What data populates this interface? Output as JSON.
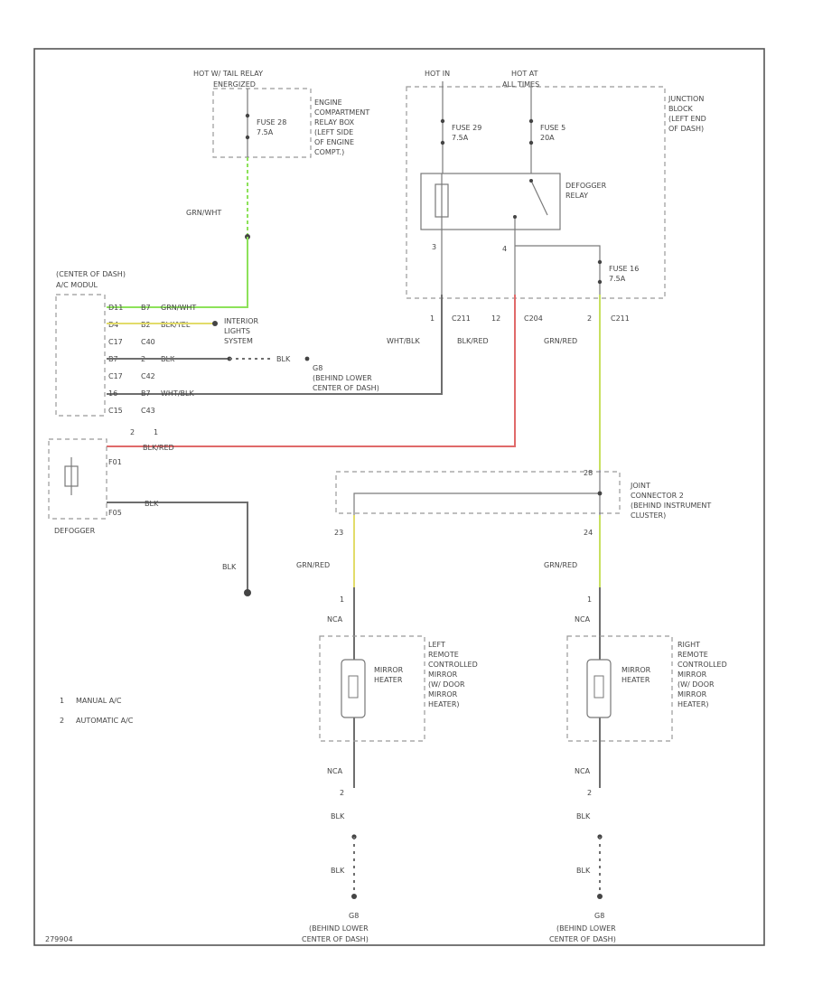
{
  "footer_code": "279904",
  "labels": {
    "hot_tail_relay": "HOT W/ TAIL RELAY",
    "energized": "ENERGIZED",
    "fuse28": "FUSE 28",
    "fuse28_amp": "7.5A",
    "engine_box_1": "ENGINE",
    "engine_box_2": "COMPARTMENT",
    "engine_box_3": "RELAY BOX",
    "engine_box_4": "(LEFT SIDE",
    "engine_box_5": "OF ENGINE",
    "engine_box_6": "COMPT.)",
    "hot_in": "HOT IN",
    "hot_at": "HOT AT",
    "all_times": "ALL TIMES",
    "fuse29": "FUSE 29",
    "fuse29_amp": "7.5A",
    "fuse5": "FUSE 5",
    "fuse5_amp": "20A",
    "junction_1": "JUNCTION",
    "junction_2": "BLOCK",
    "junction_3": "(LEFT END",
    "junction_4": "OF DASH)",
    "defogger_relay_1": "DEFOGGER",
    "defogger_relay_2": "RELAY",
    "pin3": "3",
    "pin4": "4",
    "fuse16": "FUSE 16",
    "fuse16_amp": "7.5A",
    "c211_a": "C211",
    "c211_b": "C211",
    "c204": "C204",
    "pin1": "1",
    "pin12": "12",
    "pin2": "2",
    "wht_blk": "WHT/BLK",
    "blk_red_top": "BLK/RED",
    "grn_red_top": "GRN/RED",
    "grn_wht": "GRN/WHT",
    "center_dash_1": "(CENTER OF DASH)",
    "center_dash_2": "A/C MODUL",
    "r1_a": "D11",
    "r1_b": "B7",
    "r1_c": "GRN/WHT",
    "r2_a": "D4",
    "r2_b": "B2",
    "r2_c": "BLK/YEL",
    "r3_a": "C17",
    "r3_b": "C40",
    "r4_a": "B7",
    "r4_b": "2",
    "r4_c": "BLK",
    "r5_a": "C17",
    "r5_b": "C42",
    "r6_a": "16",
    "r6_b": "B7",
    "r6_c": "WHT/BLK",
    "r7_a": "C15",
    "r7_b": "C43",
    "interior_1": "INTERIOR",
    "interior_2": "LIGHTS",
    "interior_3": "SYSTEM",
    "blk_short": "BLK",
    "g8_a": "G8",
    "g8_b": "(BEHIND LOWER",
    "g8_c": "CENTER OF DASH)",
    "col2": "2",
    "col1": "1",
    "f01": "F01",
    "f05": "F05",
    "blk_red_mid": "BLK/RED",
    "blk_mid": "BLK",
    "defogger": "DEFOGGER",
    "blk_ground": "BLK",
    "joint_1": "JOINT",
    "joint_2": "CONNECTOR 2",
    "joint_3": "(BEHIND INSTRUMENT",
    "joint_4": "CLUSTER)",
    "j_pin28": "28",
    "j_pin23": "23",
    "j_pin24": "24",
    "grn_red_left": "GRN/RED",
    "grn_red_right": "GRN/RED",
    "l_pin1": "1",
    "r_pin1": "1",
    "l_nca_top": "NCA",
    "r_nca_top": "NCA",
    "l_mirror_1": "MIRROR",
    "l_mirror_2": "HEATER",
    "r_mirror_1": "MIRROR",
    "r_mirror_2": "HEATER",
    "l_desc_1": "LEFT",
    "l_desc_2": "REMOTE",
    "l_desc_3": "CONTROLLED",
    "l_desc_4": "MIRROR",
    "l_desc_5": "(W/ DOOR",
    "l_desc_6": "MIRROR",
    "l_desc_7": "HEATER)",
    "r_desc_1": "RIGHT",
    "r_desc_2": "REMOTE",
    "r_desc_3": "CONTROLLED",
    "r_desc_4": "MIRROR",
    "r_desc_5": "(W/ DOOR",
    "r_desc_6": "MIRROR",
    "r_desc_7": "HEATER)",
    "l_nca_bot": "NCA",
    "r_nca_bot": "NCA",
    "l_pin2": "2",
    "r_pin2": "2",
    "l_blk1": "BLK",
    "r_blk1": "BLK",
    "l_blk2": "BLK",
    "r_blk2": "BLK",
    "l_g8_a": "G8",
    "l_g8_b": "(BEHIND LOWER",
    "l_g8_c": "CENTER OF DASH)",
    "r_g8_a": "G8",
    "r_g8_b": "(BEHIND LOWER",
    "r_g8_c": "CENTER OF DASH)",
    "legend1_num": "1",
    "legend1_text": "MANUAL A/C",
    "legend2_num": "2",
    "legend2_text": "AUTOMATIC A/C"
  },
  "colors": {
    "green": "#8de25a",
    "red": "#e06a6a",
    "yellow_green": "#c8e060",
    "yellow": "#e2dc6a",
    "wire_gray": "#6e6e6e"
  }
}
